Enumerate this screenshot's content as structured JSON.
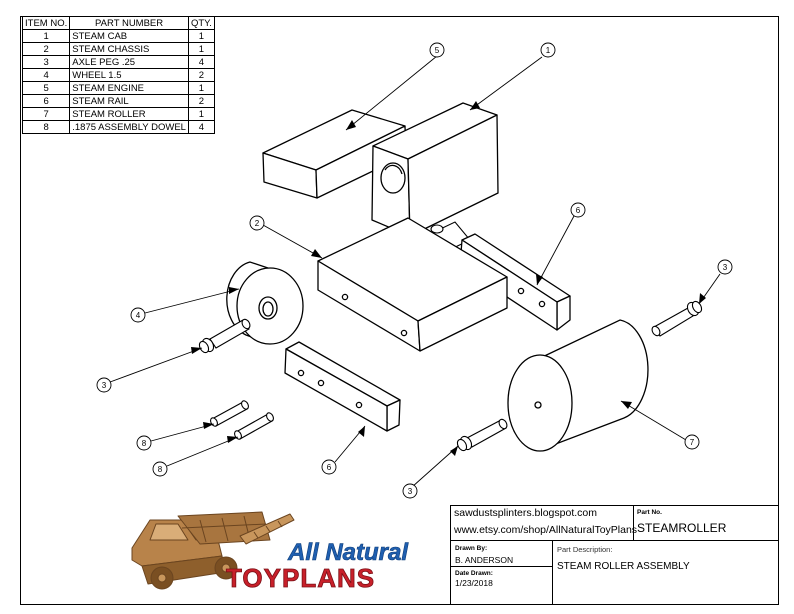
{
  "bom": {
    "headers": [
      "ITEM NO.",
      "PART NUMBER",
      "QTY."
    ],
    "rows": [
      [
        "1",
        "STEAM CAB",
        "1"
      ],
      [
        "2",
        "STEAM CHASSIS",
        "1"
      ],
      [
        "3",
        "AXLE PEG .25",
        "4"
      ],
      [
        "4",
        "WHEEL 1.5",
        "2"
      ],
      [
        "5",
        "STEAM ENGINE",
        "1"
      ],
      [
        "6",
        "STEAM RAIL",
        "2"
      ],
      [
        "7",
        "STEAM ROLLER",
        "1"
      ],
      [
        "8",
        ".1875 ASSEMBLY DOWEL",
        "4"
      ]
    ]
  },
  "balloons": [
    {
      "id": "b5",
      "label": "5"
    },
    {
      "id": "b1",
      "label": "1"
    },
    {
      "id": "b2",
      "label": "2"
    },
    {
      "id": "b6a",
      "label": "6"
    },
    {
      "id": "b3a",
      "label": "3"
    },
    {
      "id": "b4",
      "label": "4"
    },
    {
      "id": "b3b",
      "label": "3"
    },
    {
      "id": "b8a",
      "label": "8"
    },
    {
      "id": "b8b",
      "label": "8"
    },
    {
      "id": "b6b",
      "label": "6"
    },
    {
      "id": "b7",
      "label": "7"
    },
    {
      "id": "b3c",
      "label": "3"
    }
  ],
  "title_block": {
    "website_blog": "sawdustsplinters.blogspot.com",
    "website_shop": "www.etsy.com/shop/AllNaturalToyPlans",
    "part_no_label": "Part No.",
    "part_no": "STEAMROLLER",
    "drawn_by_label": "Drawn By:",
    "drawn_by": "B. ANDERSON",
    "part_desc_label": "Part Description:",
    "part_desc": "STEAM ROLLER ASSEMBLY",
    "date_label": "Date Drawn:",
    "date": "1/23/2018"
  },
  "logo": {
    "line1": "All Natural",
    "line2": "TOYPLANS",
    "colors": {
      "wood": "#a8753f",
      "wood_dark": "#7a4f22",
      "blue": "#1f5fb0",
      "red": "#c8202a"
    }
  }
}
